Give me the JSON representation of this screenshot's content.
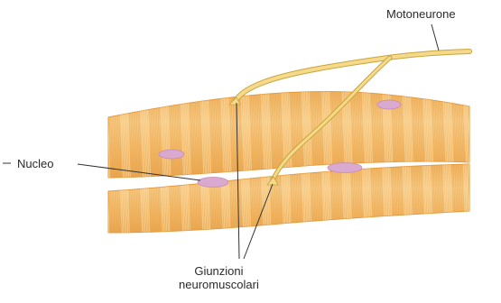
{
  "labels": {
    "motoneurone": "Motoneurone",
    "nucleo": "Nucleo",
    "giunzioni_line1": "Giunzioni",
    "giunzioni_line2": "neuromuscolari"
  },
  "colors": {
    "fiber_base": "#f2b866",
    "fiber_light": "#f8cf8d",
    "fiber_edge": "#e39a3c",
    "striation": "#f9d9a0",
    "striation_dark": "#e6a049",
    "nucleus": "#d9a9cf",
    "nerve_fill": "#f4da8a",
    "nerve_edge": "#c9a43c",
    "leader": "#333333"
  }
}
